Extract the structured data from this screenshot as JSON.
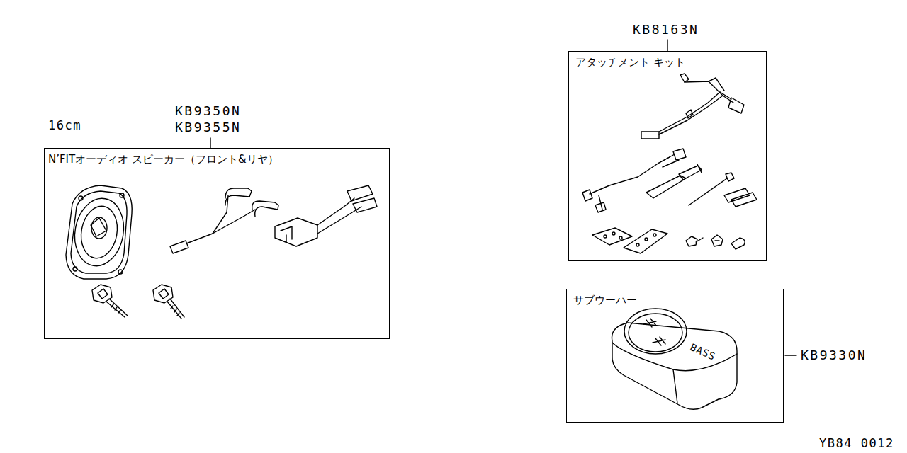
{
  "diagram": {
    "nodes": [
      {
        "text": [
          "N’FITオーディオ スピーカー（フロント&リヤ）"
        ]
      },
      {
        "text": [
          "アタッチメント キット"
        ]
      },
      {
        "text": [
          "サブウーハー"
        ]
      }
    ],
    "labels": [
      "16cm",
      "KB9350N",
      "KB9355N",
      "KB8163N",
      "KB9330N",
      "BASS",
      "YB84 0012"
    ]
  }
}
